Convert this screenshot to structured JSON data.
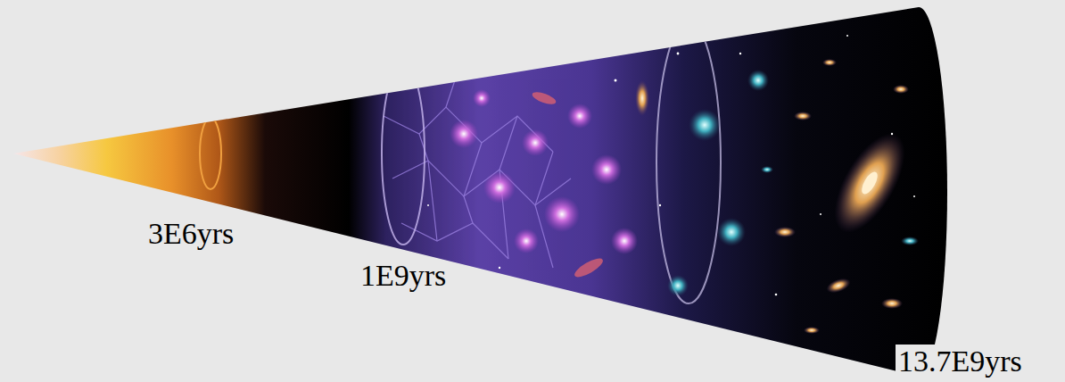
{
  "diagram": {
    "labels": [
      "3E6yrs",
      "1E9yrs",
      "13.7E9yrs"
    ]
  }
}
